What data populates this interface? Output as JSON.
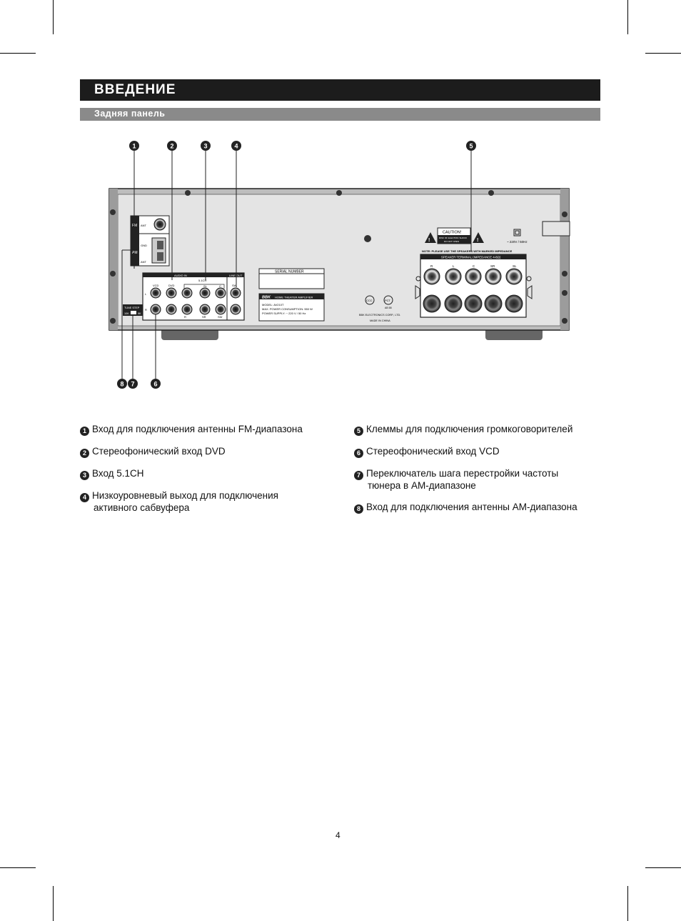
{
  "header": {
    "title": "ВВЕДЕНИЕ",
    "subtitle": "Задняя панель"
  },
  "callouts": [
    "1",
    "2",
    "3",
    "4",
    "5",
    "8",
    "7",
    "6"
  ],
  "panel": {
    "fm": "FM",
    "am": "AM",
    "ant": "ANT",
    "gnd": "GND",
    "ant2": "ANT",
    "tune_step": "TUNE STEP",
    "step_10k": "10K",
    "step_9k": "9K",
    "audio_in": "AUDIO IN",
    "line_out": "LINE OUT",
    "vcd": "VCD",
    "dvd": "DVD",
    "ch51": "5.1CH",
    "sl": "SL",
    "c": "C",
    "sw_top": "SW",
    "l": "L",
    "r_side": "R",
    "r_bot": "R",
    "sr": "SR",
    "sw_bot": "SW",
    "serial": "SERIAL NUMBER",
    "brand": "BBK",
    "brand_text": "HOME THEATER AMPLIFIER",
    "model": "MODEL: AV210T",
    "power_cons": "MAX. POWER CONSUMPTION: 550 W",
    "power_supply": "POWER SUPPLY: ~ 220 V / 50 Hz",
    "ccc": "CCC",
    "rst": "РСТ",
    "ab58": "AB 58",
    "maker": "BBK ELECTRONICS CORP., LTD.",
    "made_in": "MADE IN CHINA",
    "caution": "CAUTION!",
    "caution_1": "RISK OF ELECTRIC SHOCK",
    "caution_2": "DO NOT OPEN",
    "voltage": "~ 220V / 50Hz",
    "note": "NOTE: PLEASE USE THE SPEAKERS WITH MARKED IMPEDANCE",
    "speaker_terminal": "SPEAKER TERMINAL (IMPEDANCE 4-8Ω)",
    "spk_r": "R",
    "spk_l": "L",
    "spk_c": "C",
    "spk_sr": "SR",
    "spk_sl": "SL"
  },
  "legend": {
    "i1": {
      "num": "1",
      "text": "Вход для подключения антенны FM-диапазона"
    },
    "i2": {
      "num": "2",
      "text": "Стереофонический вход DVD"
    },
    "i3": {
      "num": "3",
      "text": "Вход 5.1CH"
    },
    "i4": {
      "num": "4",
      "text": "Низкоуровневый выход для подключения",
      "text2": "активного сабвуфера"
    },
    "i5": {
      "num": "5",
      "text": "Клеммы для подключения громкоговорителей"
    },
    "i6": {
      "num": "6",
      "text": "Стереофонический вход VCD"
    },
    "i7": {
      "num": "7",
      "text": "Переключатель шага перестройки частоты",
      "text2": "тюнера в AM-диапазоне"
    },
    "i8": {
      "num": "8",
      "text": "Вход для подключения антенны AM-диапазона"
    }
  },
  "page_number": "4"
}
